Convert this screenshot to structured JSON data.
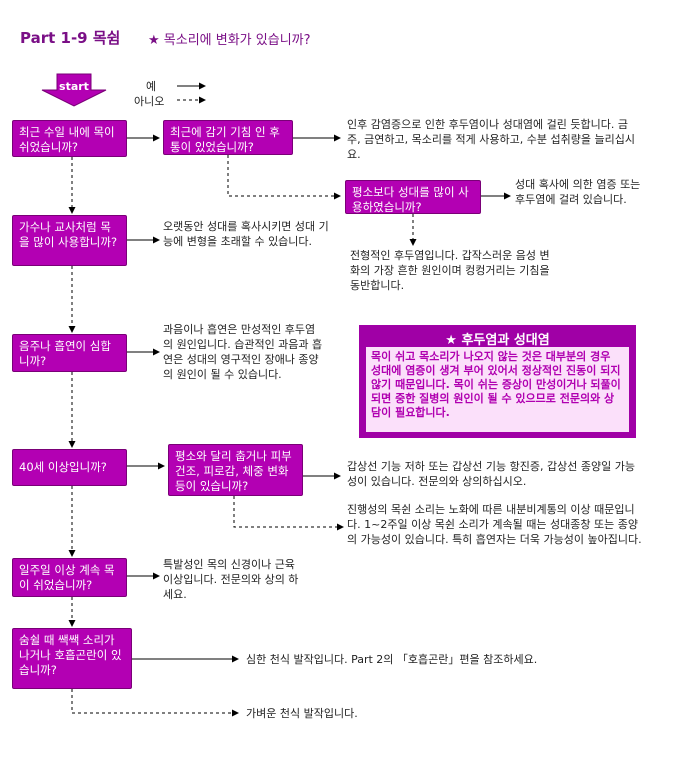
{
  "header": {
    "title": "Part 1-9 목쉼",
    "subtitle": "★ 목소리에 변화가 있습니까?"
  },
  "legend": {
    "start": "start",
    "yes": "예",
    "no": "아니오"
  },
  "questions": {
    "q1": "최근 수일 내에 목이 쉬었습니까?",
    "q2": "최근에 감기 기침 인 후통이 있었습니까?",
    "q3": "평소보다 성대를 많이 사용하였습니까?",
    "q4": "가수나 교사처럼 목을 많이 사용합니까?",
    "q5": "음주나 흡연이 심합니까?",
    "q6": "40세 이상입니까?",
    "q7": "평소와 달리 춥거나 피부건조, 피로감, 체중 변화 등이 있습니까?",
    "q8": "일주일 이상 계속 목이 쉬었습니까?",
    "q9": "숨쉴 때 쌕쌕 소리가 나거나 호흡곤란이 있습니까?"
  },
  "answers": {
    "a1": "인후 감염증으로 인한 후두염이나 성대염에 걸린 듯합니다. 금주, 금연하고, 목소리를 적게 사용하고, 수분 섭취량을 늘리십시요.",
    "a2": "성대 혹사에 의한 염증 또는 후두염에 걸려 있습니다.",
    "a3": "전형적인 후두염입니다. 갑작스러운 음성 변화의 가장 흔한 원인이며 컹컹거리는 기침을 동반합니다.",
    "a4": "오랫동안 성대를 혹사시키면 성대 기능에 변형을 초래할 수 있습니다.",
    "a5": "과음이나 흡연은 만성적인 후두염의 원인입니다. 습관적인 과음과 흡연은 성대의 영구적인 장애나 종양의 원인이 될 수 있습니다.",
    "a6": "갑상선 기능 저하 또는 갑상선 기능 항진증, 갑상선 종양일 가능성이 있습니다. 전문의와 상의하십시오.",
    "a7": "진행성의 목쉰 소리는 노화에 따른 내분비계통의 이상 때문입니다. 1~2주일 이상 목쉰 소리가 계속될 때는 성대종창 또는 종양의 가능성이 있습니다. 특히 흡연자는 더욱 가능성이 높아집니다.",
    "a8": "특발성인 목의 신경이나 근육 이상입니다. 전문의와 상의 하세요.",
    "a9": "심한 천식 발작입니다. Part 2의 「호흡곤란」편을 참조하세요.",
    "a10": "가벼운 천식 발작입니다."
  },
  "info_box": {
    "title": "★ 후두염과 성대염",
    "body": "목이 쉬고 목소리가 나오지 않는 것은 대부분의 경우 성대에 염증이 생겨 부어 있어서 정상적인 진동이 되지 않기 때문입니다. 목이 쉬는 증상이 만성이거나 되풀이 되면 중한 질병의 원인이 될 수 있으므로 전문의와 상담이 필요합니다."
  },
  "colors": {
    "box": "#b300b3",
    "title": "#7a0f86",
    "info_bg": "#a000a6",
    "info_body": "#fbe0fa"
  }
}
